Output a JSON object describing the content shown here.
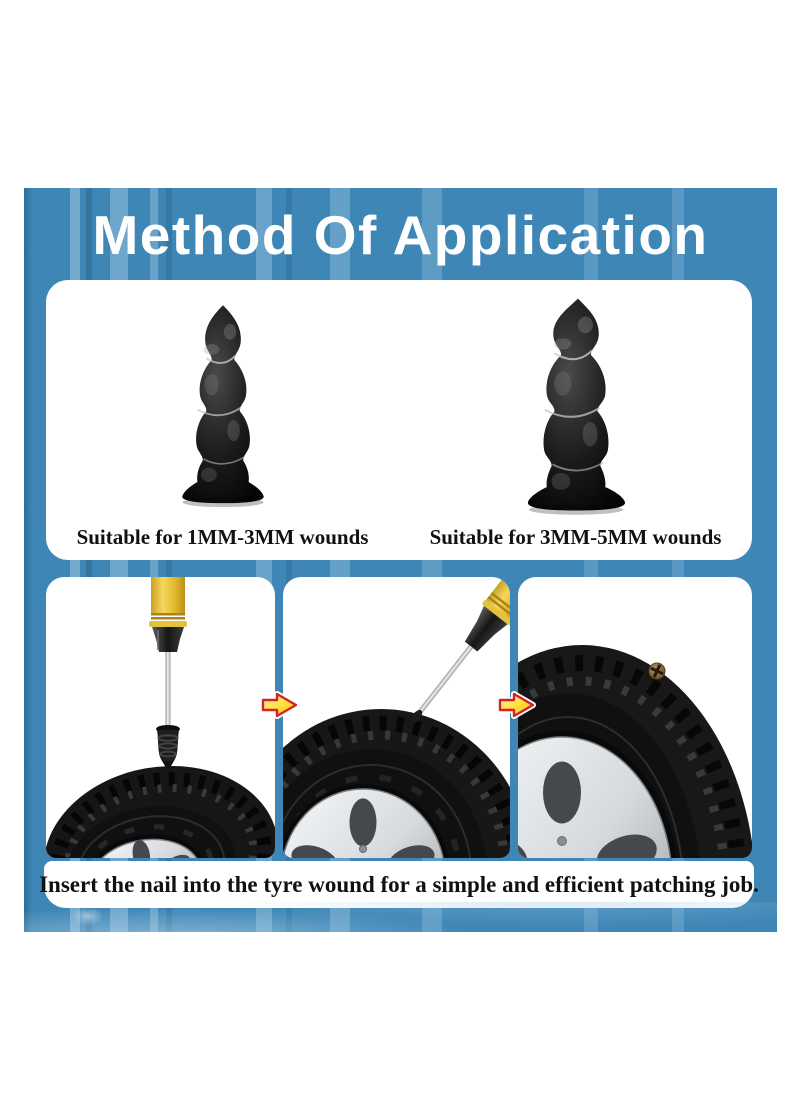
{
  "title": "Method Of Application",
  "size_guide": {
    "items": [
      {
        "icon": "rubber-nail-small-icon",
        "label": "Suitable for 1MM-3MM wounds"
      },
      {
        "icon": "rubber-nail-large-icon",
        "label": "Suitable for 3MM-5MM wounds"
      }
    ]
  },
  "steps": {
    "panels": [
      {
        "icon": "screwdriver-tool-over-tire-icon"
      },
      {
        "icon": "screwdriver-inserting-nail-into-tire-icon"
      },
      {
        "icon": "tire-with-nail-installed-icon"
      }
    ],
    "arrow_icon": "arrow-right-icon"
  },
  "caption": "Insert the nail into the tyre wound for a simple and efficient patching job.",
  "colors": {
    "banner_blue": "#3e86b6",
    "panel_white": "#ffffff",
    "arrow_yellow": "#ffdf3d",
    "arrow_red": "#d2232a",
    "text_black": "#111111",
    "title_white": "#ffffff"
  }
}
